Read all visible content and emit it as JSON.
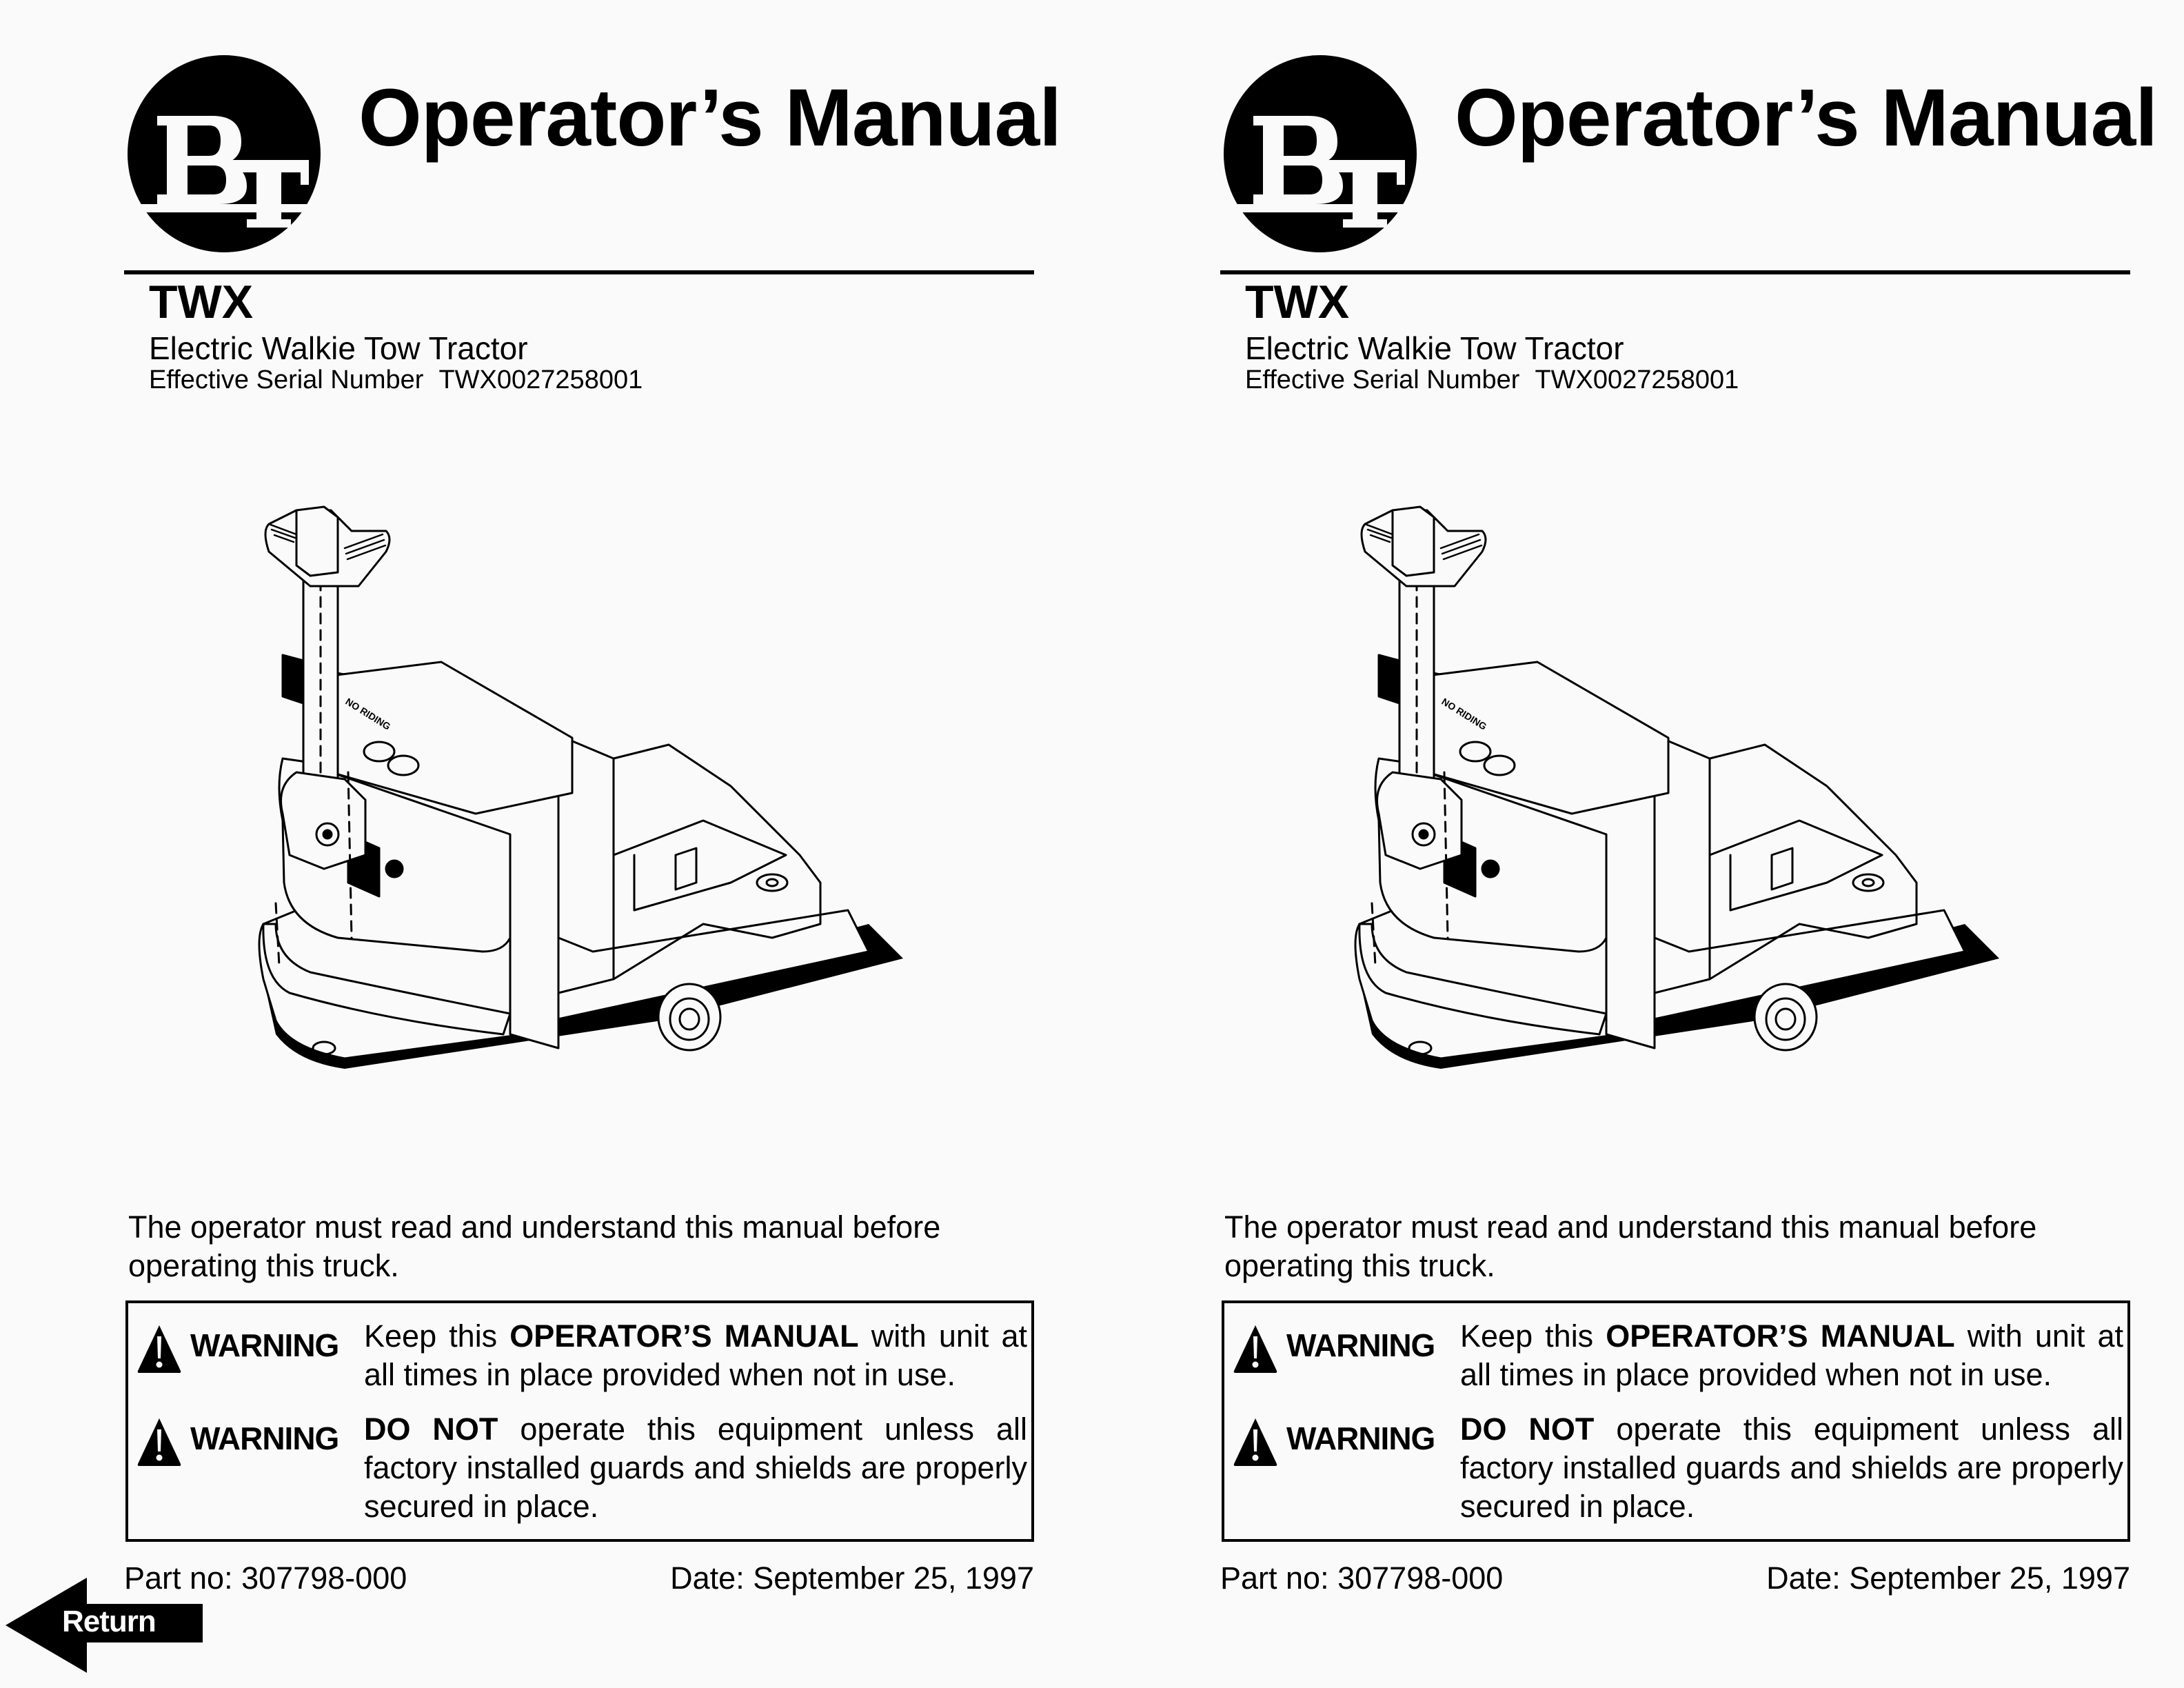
{
  "document": {
    "layout": "two-page spread (identical pages)",
    "background_color": "#fafafa",
    "text_color": "#000000"
  },
  "pages": [
    {
      "logo_text": "BT",
      "title": "Operator’s Manual",
      "model": "TWX",
      "subtitle": "Electric Walkie Tow Tractor",
      "serial_label": "Effective Serial Number",
      "serial_number": "TWX0027258001",
      "illustration": {
        "icon": "tow-tractor-illustration",
        "decal_text": "NO RIDING"
      },
      "notice": "The operator must read and understand this manual before operating this truck.",
      "warnings": [
        {
          "icon": "warning-triangle-icon",
          "label": "WARNING",
          "text_pre": "Keep this ",
          "text_bold": "OPERATOR’S MANUAL",
          "text_post": " with unit at all times in place provided when not in use."
        },
        {
          "icon": "warning-triangle-icon",
          "label": "WARNING",
          "text_pre": "",
          "text_bold": "DO NOT",
          "text_post": " operate this equipment unless all factory installed guards and shields are properly secured in place."
        }
      ],
      "part_no": "Part no: 307798-000",
      "date": "Date: September 25, 1997"
    },
    {
      "logo_text": "BT",
      "title": "Operator’s Manual",
      "model": "TWX",
      "subtitle": "Electric Walkie Tow Tractor",
      "serial_label": "Effective Serial Number",
      "serial_number": "TWX0027258001",
      "illustration": {
        "icon": "tow-tractor-illustration",
        "decal_text": "NO RIDING"
      },
      "notice": "The operator must read and understand this manual before operating this truck.",
      "warnings": [
        {
          "icon": "warning-triangle-icon",
          "label": "WARNING",
          "text_pre": "Keep this ",
          "text_bold": "OPERATOR’S MANUAL",
          "text_post": " with unit at all times in place provided when not in use."
        },
        {
          "icon": "warning-triangle-icon",
          "label": "WARNING",
          "text_pre": "",
          "text_bold": "DO NOT",
          "text_post": " operate this equipment unless all factory installed guards and shields are properly secured in place."
        }
      ],
      "part_no": "Part no: 307798-000",
      "date": "Date: September 25, 1997"
    }
  ],
  "navigation": {
    "return_label": "Return",
    "return_icon": "left-arrow-icon"
  }
}
